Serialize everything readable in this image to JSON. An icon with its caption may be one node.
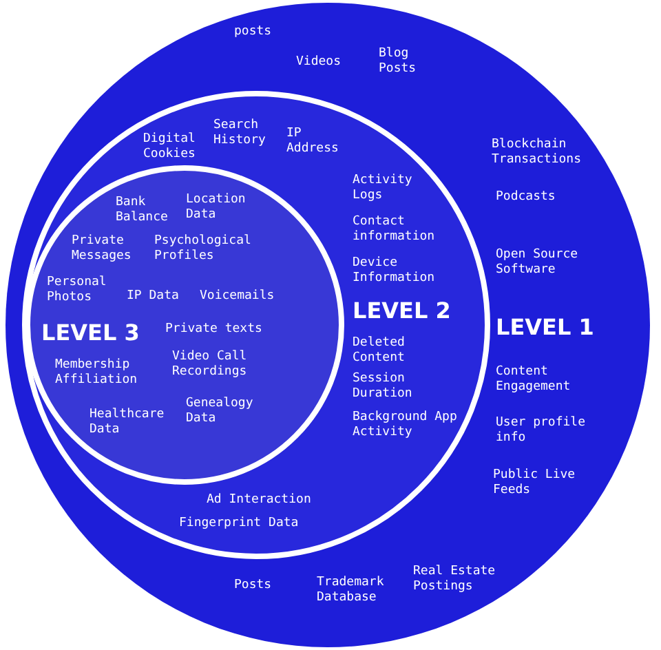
{
  "diagram": {
    "nodes": [
      {
        "text": [
          "LEVEL 1",
          "posts",
          "Videos",
          "Blog Posts",
          "Blockchain Transactions",
          "Podcasts",
          "Open Source Software",
          "Content Engagement",
          "User profile info",
          "Public Live Feeds",
          "Posts",
          "Trademark Database",
          "Real Estate Postings"
        ]
      },
      {
        "text": [
          "LEVEL 2",
          "Digital Cookies",
          "Search History",
          "IP Address",
          "Activity Logs",
          "Contact information",
          "Device Information",
          "Deleted Content",
          "Session Duration",
          "Background App Activity",
          "Ad Interaction",
          "Fingerprint Data"
        ],
        "in": 0
      },
      {
        "text": [
          "LEVEL 3",
          "Bank Balance",
          "Location Data",
          "Private Messages",
          "Psychological Profiles",
          "Personal Photos",
          "IP Data",
          "Voicemails",
          "Private texts",
          "Video Call Recordings",
          "Membership Affiliation",
          "Genealogy Data",
          "Healthcare Data"
        ],
        "in": 1
      }
    ]
  }
}
